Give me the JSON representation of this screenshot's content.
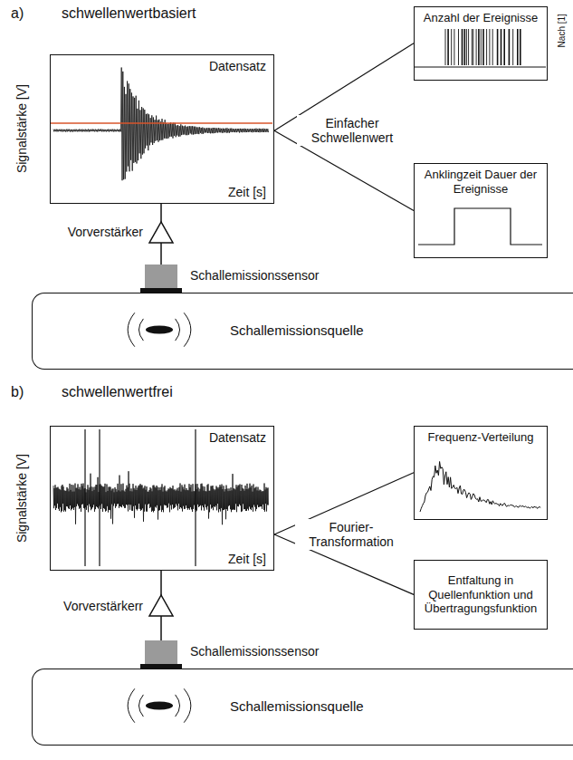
{
  "diagram": {
    "nodes": [
      {
        "text": [
          "Datensatz",
          "Zeit [s]"
        ]
      },
      {
        "text": [
          "Anzahl der Ereignisse"
        ]
      },
      {
        "text": [
          "Anklingzeit Dauer der Ereignisse"
        ]
      },
      {
        "text": [
          "Schallemissionsquelle"
        ]
      },
      {
        "text": [
          "Datensatz",
          "Zeit [s]"
        ]
      },
      {
        "text": [
          "Frequenz-Verteilung"
        ]
      },
      {
        "text": [
          "Entfaltung in Quellenfunktion und Übertragungsfunktion"
        ]
      },
      {
        "text": [
          "Schallemissionsquelle"
        ]
      }
    ],
    "edges": [
      {
        "from": 0,
        "to": 1,
        "arrow": "none"
      },
      {
        "from": 0,
        "to": 2,
        "arrow": "none"
      },
      {
        "from": 4,
        "to": 5,
        "arrow": "none"
      },
      {
        "from": 4,
        "to": 6,
        "arrow": "none"
      }
    ],
    "labels": [
      "a)",
      "schwellenwertbasiert",
      "Signalstärke [V]",
      "Einfacher Schwellenwert",
      "Vorverstärker",
      "Schallemissionssensor",
      "b)",
      "schwellenwertfrei",
      "Signalstärke [V]",
      "Fourier-Transformation",
      "Vorverstärkerr",
      "Schallemissionssensor",
      "Nach [1]"
    ]
  }
}
